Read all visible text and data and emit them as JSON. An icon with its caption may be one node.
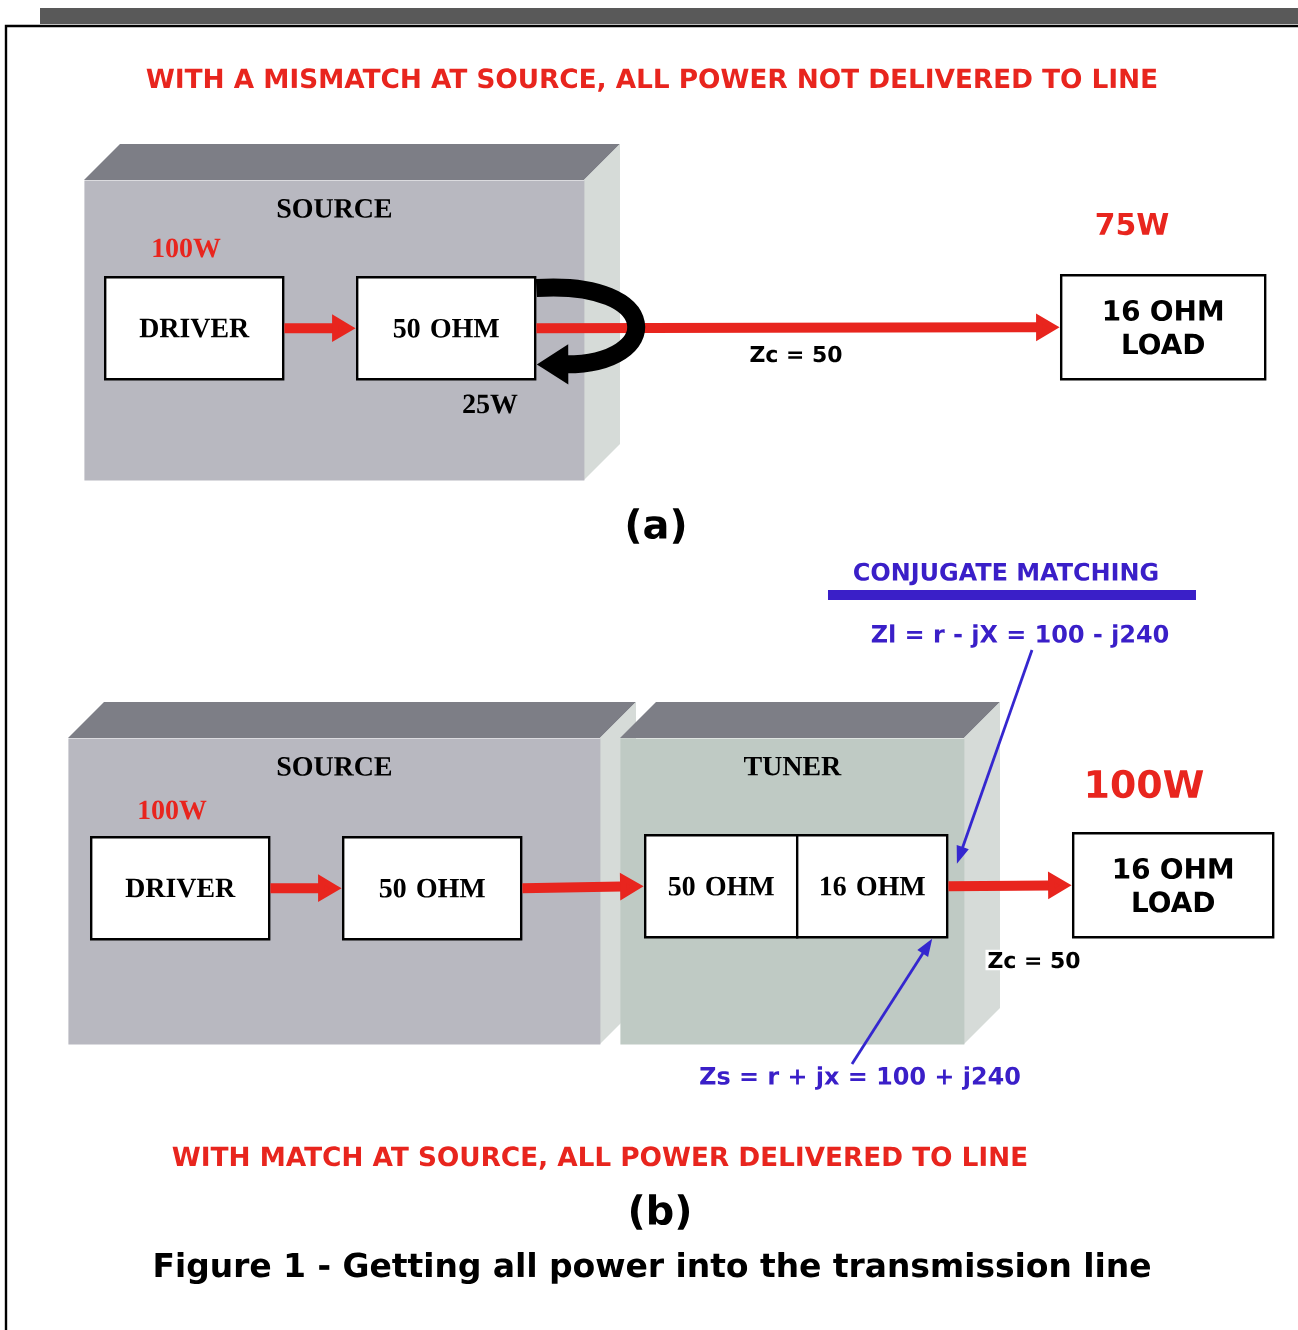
{
  "diagram": {
    "caption": "Figure 1 - Getting all power into the transmission line",
    "nodes": [
      {
        "text": [
          "SOURCE"
        ]
      },
      {
        "text": [
          "DRIVER"
        ],
        "in": 0,
        "beside": [
          "100W"
        ]
      },
      {
        "text": [
          "50 OHM"
        ],
        "in": 0
      },
      {
        "text": [
          "16 OHM LOAD"
        ],
        "beside": [
          "75W"
        ]
      },
      {
        "text": [
          "SOURCE"
        ]
      },
      {
        "text": [
          "DRIVER"
        ],
        "in": 4,
        "beside": [
          "100W"
        ]
      },
      {
        "text": [
          "50 OHM"
        ],
        "in": 4
      },
      {
        "text": [
          "TUNER"
        ]
      },
      {
        "text": [
          "50 OHM"
        ],
        "in": 7
      },
      {
        "text": [
          "16 OHM"
        ],
        "in": 7
      },
      {
        "text": [
          "16 OHM LOAD"
        ],
        "beside": [
          "100W"
        ]
      },
      {
        "text": [
          "Zl = r - jX = 100 - j240"
        ]
      },
      {
        "text": [
          "Zs = r + jx = 100  + j240"
        ]
      }
    ],
    "edges": [
      {
        "from": 1,
        "to": 2,
        "arrow": "to"
      },
      {
        "from": 2,
        "to": 3,
        "arrow": "to",
        "label": "Zc = 50"
      },
      {
        "from": 2,
        "to": 2,
        "arrow": "to",
        "style": "thick",
        "color": "#000000",
        "label": "25W"
      },
      {
        "from": 5,
        "to": 6,
        "arrow": "to"
      },
      {
        "from": 6,
        "to": 8,
        "arrow": "to"
      },
      {
        "from": 9,
        "to": 10,
        "arrow": "to",
        "label": "Zc = 50"
      },
      {
        "from": 11,
        "to": 7,
        "arrow": "to",
        "color": "#3a1fc8"
      },
      {
        "from": 12,
        "to": 9,
        "arrow": "to",
        "color": "#3a1fc8"
      }
    ],
    "labels": [
      "WITH A MISMATCH AT SOURCE, ALL POWER NOT DELIVERED TO LINE",
      "(a)",
      "CONJUGATE MATCHING",
      "WITH MATCH AT SOURCE, ALL POWER DELIVERED TO LINE",
      "(b)"
    ]
  }
}
